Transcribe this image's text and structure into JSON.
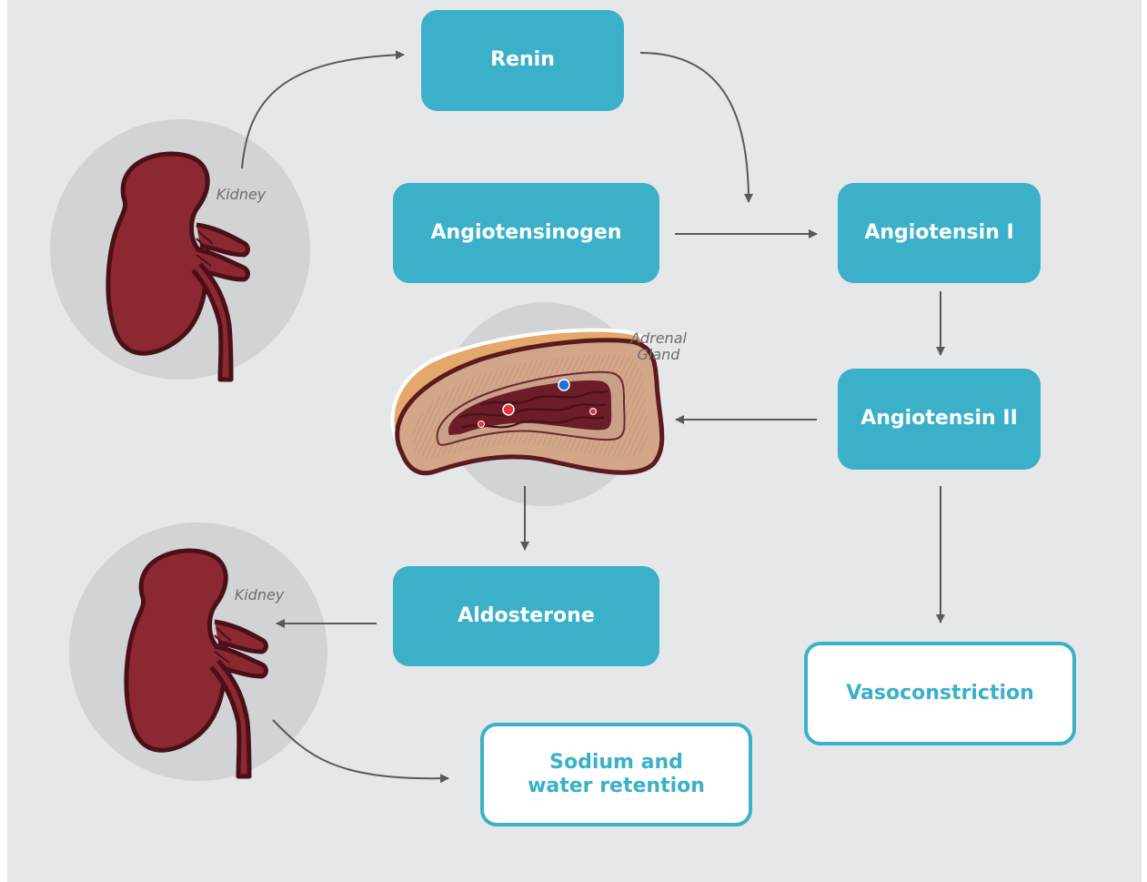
{
  "nodes": {
    "renin": "Renin",
    "angiotensinogen": "Angiotensinogen",
    "angiotensin_1": "Angiotensin I",
    "angiotensin_2": "Angiotensin II",
    "aldosterone": "Aldosterone",
    "vasoconstriction": "Vasoconstriction",
    "sodium_line1": "Sodium and",
    "sodium_line2": "water retention"
  },
  "labels": {
    "kidney_top": "Kidney",
    "adrenal_line1": "Adrenal",
    "adrenal_line2": "Gland",
    "kidney_bottom": "Kidney"
  },
  "colors": {
    "background": "#e6e7e8",
    "node_fill": "#3ab0c9",
    "node_text": "#ffffff",
    "outline_text": "#3ab0c9",
    "arrow": "#58595b",
    "organ_circle": "#d1d3d4",
    "kidney": "#8b2832"
  },
  "icons": [
    "kidney-icon",
    "adrenal-gland-icon"
  ]
}
